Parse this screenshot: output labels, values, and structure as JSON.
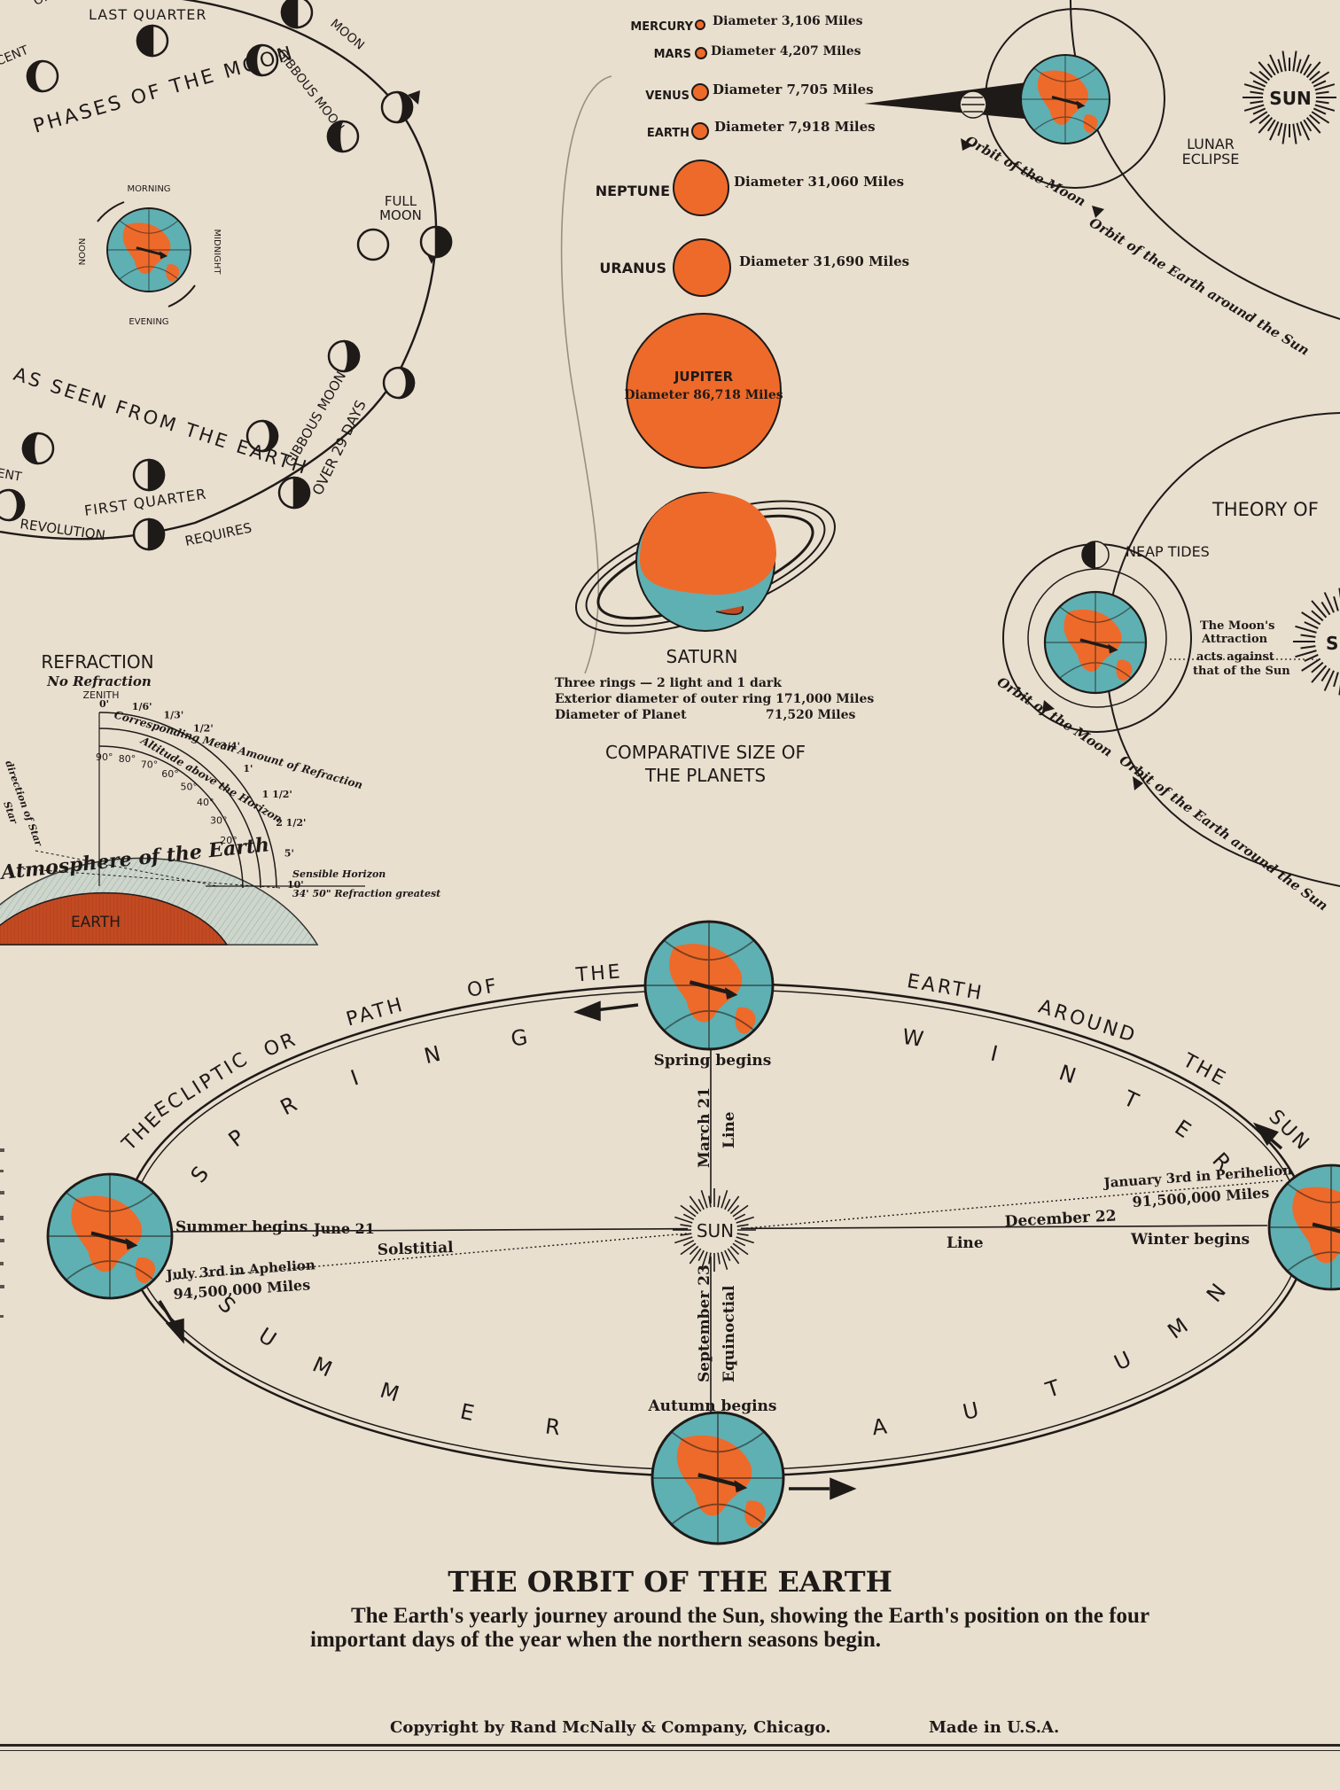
{
  "colors": {
    "paper": "#e9dfcf",
    "ink": "#1e1a18",
    "orange": "#ee6a2a",
    "teal": "#5fb0b2",
    "earth_red": "#c24a22"
  },
  "moon_phases": {
    "title": "PHASES OF THE MOON",
    "subtitle": "AS SEEN FROM THE EARTH",
    "labels": {
      "last_quarter": "LAST QUARTER",
      "gibbous_top": "GIBBOUS MOON",
      "moon_top": "MOON",
      "full_moon_1": "FULL",
      "full_moon_2": "MOON",
      "gibbous_bottom": "GIBBOUS MOON",
      "over_29_days": "OVER 29 DAYS",
      "first_quarter": "FIRST QUARTER",
      "revolution": "REVOLUTION",
      "requires": "REQUIRES",
      "cent_top": "CENT",
      "ent_bottom": "ENT",
      "or_top": "OR"
    },
    "earth_labels": {
      "morning": "MORNING",
      "noon": "NOON",
      "midnight": "MIDNIGHT",
      "evening": "EVENING"
    }
  },
  "planets": {
    "caption_1": "COMPARATIVE SIZE OF",
    "caption_2": "THE PLANETS",
    "list": [
      {
        "name": "MERCURY",
        "diameter": "Diameter 3,106 Miles"
      },
      {
        "name": "MARS",
        "diameter": "Diameter 4,207 Miles"
      },
      {
        "name": "VENUS",
        "diameter": "Diameter 7,705 Miles"
      },
      {
        "name": "EARTH",
        "diameter": "Diameter 7,918 Miles"
      },
      {
        "name": "NEPTUNE",
        "diameter": "Diameter 31,060 Miles"
      },
      {
        "name": "URANUS",
        "diameter": "Diameter 31,690 Miles"
      },
      {
        "name": "JUPITER",
        "diameter": "Diameter 86,718 Miles"
      }
    ],
    "saturn": {
      "name": "SATURN",
      "note_1": "Three rings — 2 light and 1 dark",
      "note_2": "Exterior diameter of outer ring 171,000 Miles",
      "note_3_label": "Diameter of Planet",
      "note_3_value": "71,520 Miles"
    }
  },
  "lunar_eclipse": {
    "sun": "SUN",
    "label_1": "LUNAR",
    "label_2": "ECLIPSE",
    "orbit_moon": "Orbit of the Moon",
    "orbit_earth": "Orbit of the Earth around the Sun"
  },
  "tides": {
    "title": "THEORY OF",
    "neap": "NEAP TIDES",
    "attraction": [
      "The Moon's",
      "Attraction",
      "acts against",
      "that of the Sun"
    ],
    "sun_partial": "SU",
    "orbit_moon": "Orbit of the Moon",
    "orbit_earth": "Orbit of the Earth around the Sun"
  },
  "refraction": {
    "title": "REFRACTION",
    "subtitle": "No Refraction",
    "zenith": "ZENITH",
    "arc_1": "Corresponding Mean Amount of Refraction",
    "arc_2": "Altitude above the Horizon",
    "atmosphere": "Atmosphere of the Earth",
    "earth": "EARTH",
    "horizon": "Sensible Horizon",
    "greatest": "34' 50\" Refraction greatest",
    "direction": "direction of Star",
    "star": "Star",
    "ticks_top": [
      "0'",
      "1/6'",
      "1/3'",
      "1/2'",
      "3/4'",
      "1'",
      "1 1/2'",
      "2 1/2'",
      "5'",
      "10'"
    ],
    "ticks_alt": [
      "90°",
      "80°",
      "70°",
      "60°",
      "50°",
      "40°",
      "30°",
      "20°"
    ]
  },
  "orbit": {
    "arc_title": [
      "THE",
      "ECLIPTIC",
      "OR",
      "PATH",
      "OF",
      "THE",
      "EARTH",
      "AROUND",
      "THE",
      "SUN"
    ],
    "spring": [
      "S",
      "P",
      "R",
      "I",
      "N",
      "G"
    ],
    "winter": [
      "W",
      "I",
      "N",
      "T",
      "E",
      "R"
    ],
    "summer": [
      "S",
      "U",
      "M",
      "M",
      "E",
      "R"
    ],
    "autumn": [
      "A",
      "U",
      "T",
      "U",
      "M",
      "N"
    ],
    "sun": "SUN",
    "spring_begins": "Spring begins",
    "summer_begins": "Summer begins",
    "june_21": "June 21",
    "solstitial": "Solstitial",
    "line_right": "Line",
    "aphelion": "July 3rd in Aphelion",
    "aphelion_miles": "94,500,000 Miles",
    "perihelion": "January 3rd in Perihelion",
    "perihelion_miles": "91,500,000 Miles",
    "december_22": "December 22",
    "winter_begins": "Winter begins",
    "march_21": "March 21",
    "line_vertical": "Line",
    "september_23": "September 23",
    "equinoctial": "Equinoctial",
    "autumn_begins": "Autumn begins",
    "title": "THE ORBIT OF THE EARTH",
    "caption": "The Earth's yearly journey around the Sun, showing the Earth's position on the four important days of the year when the northern seasons begin."
  },
  "footer": {
    "copyright": "Copyright by Rand McNally & Company, Chicago.",
    "made_in": "Made in U.S.A."
  }
}
